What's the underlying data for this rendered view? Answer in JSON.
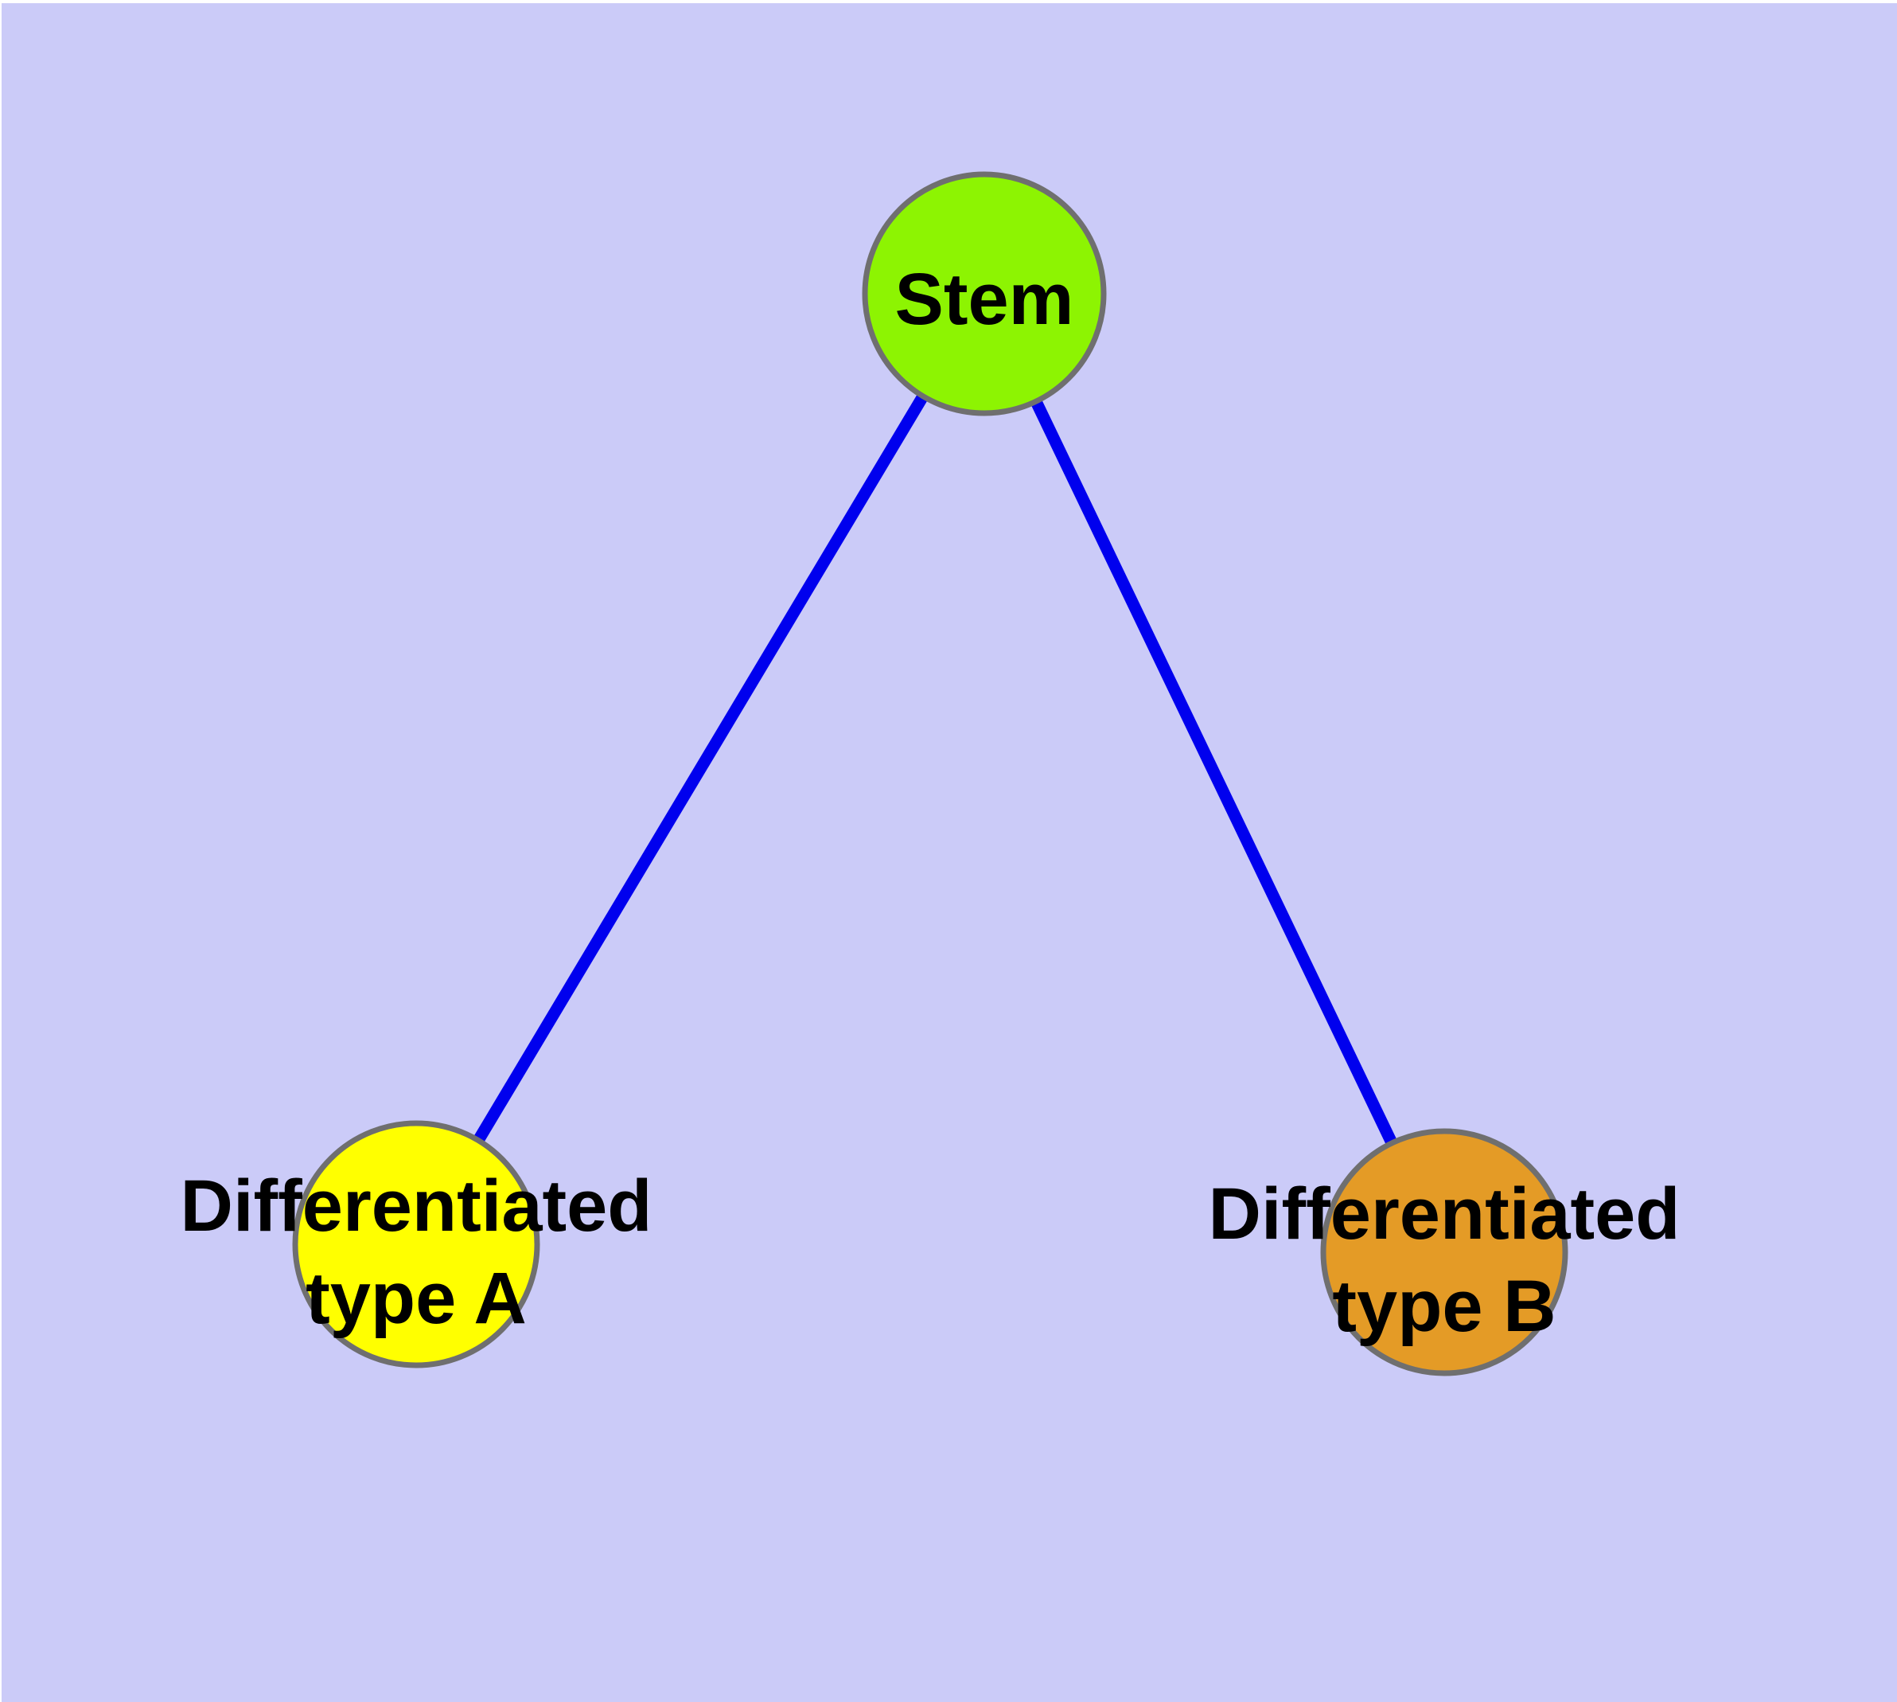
{
  "canvas": {
    "background_color": "#CBCBF8",
    "top_border_color": "#FFFFFF"
  },
  "graph": {
    "edge_color": "#0000EE",
    "node_border_color": "#6F6F6F",
    "text_color": "#000000",
    "nodes": {
      "stem": {
        "label": "Stem",
        "fill": "#8DF402"
      },
      "type_a": {
        "label_line1": "Differentiated",
        "label_line2": "type A",
        "fill": "#FFFF00"
      },
      "type_b": {
        "label_line1": "Differentiated",
        "label_line2": "type B",
        "fill": "#E49B26"
      }
    },
    "edges": [
      {
        "from": "Stem",
        "to": "Differentiated type A"
      },
      {
        "from": "Stem",
        "to": "Differentiated type B"
      }
    ]
  }
}
